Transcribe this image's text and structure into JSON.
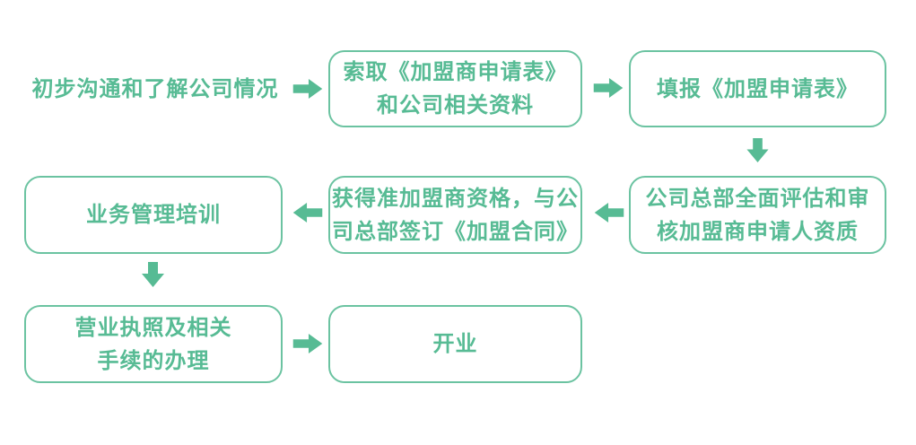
{
  "flowchart": {
    "colors": {
      "accent": "#57bb94",
      "border": "#6bc3a1",
      "background": "#ffffff"
    },
    "steps": [
      {
        "name": "initial-communication",
        "shape": "text",
        "lines": [
          "初步沟通和了解公司情况"
        ]
      },
      {
        "name": "request-application-form",
        "shape": "box",
        "lines": [
          "索取《加盟商申请表》",
          "和公司相关资料"
        ]
      },
      {
        "name": "fill-application-form",
        "shape": "box",
        "lines": [
          "填报《加盟申请表》"
        ]
      },
      {
        "name": "headquarters-evaluation",
        "shape": "box",
        "lines": [
          "公司总部全面评估和审",
          "核加盟商申请人资质"
        ]
      },
      {
        "name": "sign-franchise-contract",
        "shape": "box",
        "lines": [
          "获得准加盟商资格，与公",
          "司总部签订《加盟合同》"
        ]
      },
      {
        "name": "business-management-training",
        "shape": "box",
        "lines": [
          "业务管理培训"
        ]
      },
      {
        "name": "business-license-procedures",
        "shape": "box",
        "lines": [
          "营业执照及相关",
          "手续的办理"
        ]
      },
      {
        "name": "opening",
        "shape": "box",
        "lines": [
          "开业"
        ]
      }
    ],
    "connectors": [
      {
        "from": 0,
        "to": 1,
        "direction": "right"
      },
      {
        "from": 1,
        "to": 2,
        "direction": "right"
      },
      {
        "from": 2,
        "to": 3,
        "direction": "down"
      },
      {
        "from": 3,
        "to": 4,
        "direction": "left"
      },
      {
        "from": 4,
        "to": 5,
        "direction": "left"
      },
      {
        "from": 5,
        "to": 6,
        "direction": "down"
      },
      {
        "from": 6,
        "to": 7,
        "direction": "right"
      }
    ],
    "icons": {
      "arrow_right": "➡",
      "arrow_left": "⬅",
      "arrow_down": "⬇"
    }
  }
}
